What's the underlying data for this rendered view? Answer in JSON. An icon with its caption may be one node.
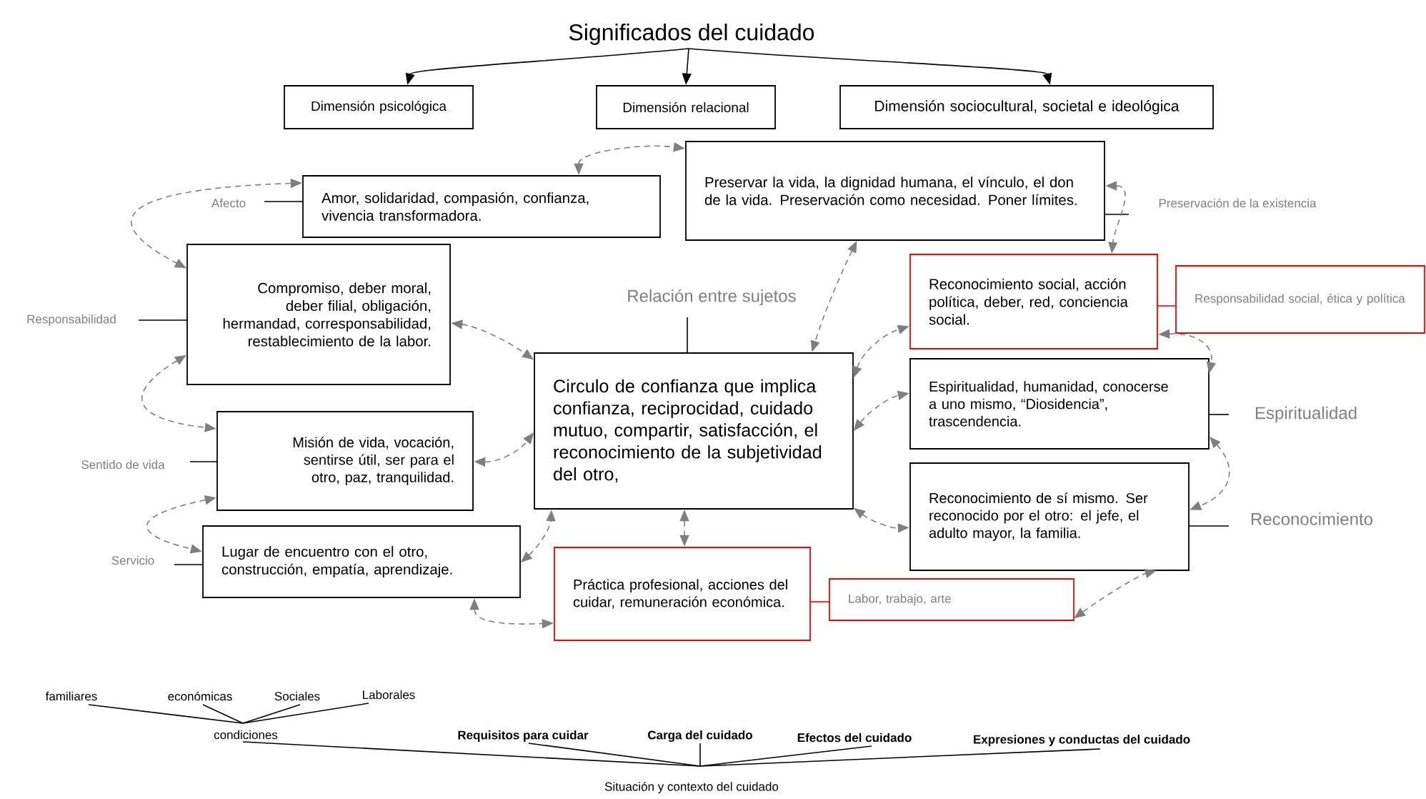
{
  "diagram": {
    "nodes": [
      {
        "text": [
          "Significados del cuidado"
        ]
      },
      {
        "text": [
          "Dimensión psicológica"
        ]
      },
      {
        "text": [
          "Dimensión relacional"
        ]
      },
      {
        "text": [
          "Dimensión sociocultural, societal e ideológica"
        ]
      },
      {
        "text": [
          "Preservar la vida, la dignidad humana, el vínculo, el don de la vida. Preservación como necesidad. Poner límites."
        ]
      },
      {
        "text": [
          "Amor, solidaridad, compasión, confianza, vivencia transformadora."
        ]
      },
      {
        "text": [
          "Compromiso, deber moral, deber filial, obligación, hermandad, corresponsabilidad, restablecimiento de la labor."
        ]
      },
      {
        "text": [
          "Reconocimiento social, acción política, deber, red, conciencia social."
        ]
      },
      {
        "text": [
          "Responsabilidad social, ética y política"
        ]
      },
      {
        "text": [
          "Circulo de confianza que implica confianza, reciprocidad, cuidado mutuo, compartir, satisfacción, el reconocimiento de la subjetividad del otro,"
        ]
      },
      {
        "text": [
          "Espiritualidad, humanidad, conocerse a uno mismo, “Diosidencia”, trascendencia."
        ]
      },
      {
        "text": [
          "Misión de vida, vocación, sentirse útil, ser para el otro, paz, tranquilidad."
        ]
      },
      {
        "text": [
          "Reconocimiento de sí mismo. Ser reconocido por el otro: el jefe, el adulto mayor, la familia."
        ]
      },
      {
        "text": [
          "Lugar de encuentro con el otro, construcción, empatía, aprendizaje."
        ]
      },
      {
        "text": [
          "Práctica profesional, acciones del cuidar, remuneración económica."
        ]
      },
      {
        "text": [
          "Labor, trabajo, arte"
        ]
      },
      {
        "text": [
          "Afecto"
        ]
      },
      {
        "text": [
          "Responsabilidad"
        ]
      },
      {
        "text": [
          "Sentido de vida"
        ]
      },
      {
        "text": [
          "Servicio"
        ]
      },
      {
        "text": [
          "Relación entre sujetos"
        ]
      },
      {
        "text": [
          "Preservación de la existencia"
        ]
      },
      {
        "text": [
          "Espiritualidad"
        ]
      },
      {
        "text": [
          "Reconocimiento"
        ]
      },
      {
        "text": [
          "familiares"
        ]
      },
      {
        "text": [
          "económicas"
        ]
      },
      {
        "text": [
          "Sociales"
        ]
      },
      {
        "text": [
          "Laborales"
        ]
      },
      {
        "text": [
          "condiciones"
        ]
      },
      {
        "text": [
          "Requisitos para cuidar"
        ]
      },
      {
        "text": [
          "Carga del cuidado"
        ]
      },
      {
        "text": [
          "Efectos del cuidado"
        ]
      },
      {
        "text": [
          "Expresiones y conductas del cuidado"
        ]
      },
      {
        "text": [
          "Situación y contexto del cuidado"
        ]
      }
    ],
    "edges": [
      {
        "from": 0,
        "to": 1,
        "arrow": "to"
      },
      {
        "from": 0,
        "to": 2,
        "arrow": "to"
      },
      {
        "from": 0,
        "to": 3,
        "arrow": "to"
      },
      {
        "from": 16,
        "to": 5,
        "arrow": "none"
      },
      {
        "from": 17,
        "to": 6,
        "arrow": "none"
      },
      {
        "from": 18,
        "to": 11,
        "arrow": "none"
      },
      {
        "from": 19,
        "to": 13,
        "arrow": "none"
      },
      {
        "from": 20,
        "to": 9,
        "arrow": "none"
      },
      {
        "from": 21,
        "to": 4,
        "arrow": "none"
      },
      {
        "from": 22,
        "to": 10,
        "arrow": "none"
      },
      {
        "from": 23,
        "to": 12,
        "arrow": "none"
      },
      {
        "from": 7,
        "to": 8,
        "arrow": "none",
        "color": "#ff0000"
      },
      {
        "from": 14,
        "to": 15,
        "arrow": "none",
        "color": "#ff0000"
      },
      {
        "from": 5,
        "to": 4,
        "arrow": "both",
        "style": "dashed",
        "color": "#7f7f7f"
      },
      {
        "from": 5,
        "to": 6,
        "arrow": "both",
        "style": "dashed",
        "color": "#7f7f7f"
      },
      {
        "from": 6,
        "to": 9,
        "arrow": "both",
        "style": "dashed",
        "color": "#7f7f7f"
      },
      {
        "from": 6,
        "to": 11,
        "arrow": "both",
        "style": "dashed",
        "color": "#7f7f7f"
      },
      {
        "from": 4,
        "to": 9,
        "arrow": "both",
        "style": "dashed",
        "color": "#7f7f7f"
      },
      {
        "from": 4,
        "to": 7,
        "arrow": "both",
        "style": "dashed",
        "color": "#7f7f7f"
      },
      {
        "from": 9,
        "to": 7,
        "arrow": "both",
        "style": "dashed",
        "color": "#7f7f7f"
      },
      {
        "from": 7,
        "to": 10,
        "arrow": "both",
        "style": "dashed",
        "color": "#7f7f7f"
      },
      {
        "from": 9,
        "to": 10,
        "arrow": "both",
        "style": "dashed",
        "color": "#7f7f7f"
      },
      {
        "from": 10,
        "to": 12,
        "arrow": "both",
        "style": "dashed",
        "color": "#7f7f7f"
      },
      {
        "from": 9,
        "to": 12,
        "arrow": "both",
        "style": "dashed",
        "color": "#7f7f7f"
      },
      {
        "from": 9,
        "to": 14,
        "arrow": "both",
        "style": "dashed",
        "color": "#7f7f7f"
      },
      {
        "from": 11,
        "to": 9,
        "arrow": "both",
        "style": "dashed",
        "color": "#7f7f7f"
      },
      {
        "from": 11,
        "to": 13,
        "arrow": "both",
        "style": "dashed",
        "color": "#7f7f7f"
      },
      {
        "from": 13,
        "to": 9,
        "arrow": "both",
        "style": "dashed",
        "color": "#7f7f7f"
      },
      {
        "from": 13,
        "to": 14,
        "arrow": "both",
        "style": "dashed",
        "color": "#7f7f7f"
      },
      {
        "from": 15,
        "to": 12,
        "arrow": "both",
        "style": "dashed",
        "color": "#7f7f7f"
      },
      {
        "from": 24,
        "to": 28,
        "arrow": "none"
      },
      {
        "from": 25,
        "to": 28,
        "arrow": "none"
      },
      {
        "from": 26,
        "to": 28,
        "arrow": "none"
      },
      {
        "from": 27,
        "to": 28,
        "arrow": "none"
      },
      {
        "from": 28,
        "to": 33,
        "arrow": "none"
      },
      {
        "from": 29,
        "to": 33,
        "arrow": "none"
      },
      {
        "from": 30,
        "to": 33,
        "arrow": "none"
      },
      {
        "from": 31,
        "to": 33,
        "arrow": "none"
      },
      {
        "from": 32,
        "to": 33,
        "arrow": "none"
      }
    ]
  }
}
